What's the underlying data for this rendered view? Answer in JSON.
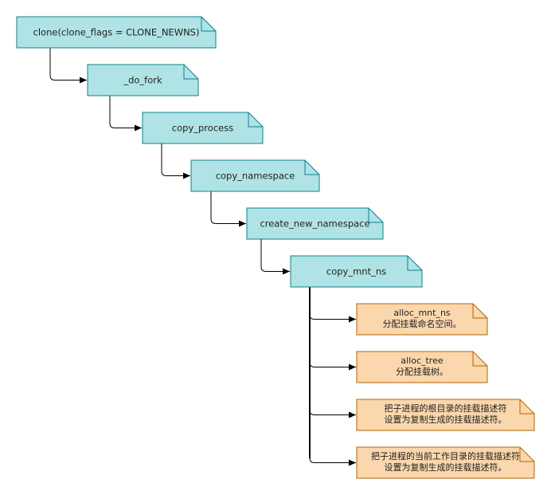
{
  "colors": {
    "teal_fill": "#b0e3e6",
    "teal_stroke": "#0e8088",
    "orange_fill": "#fad7ac",
    "orange_stroke": "#b46504",
    "edge": "#000000"
  },
  "calls": [
    {
      "label": "clone(clone_flags = CLONE_NEWNS)"
    },
    {
      "label": "_do_fork"
    },
    {
      "label": "copy_process"
    },
    {
      "label": "copy_namespace"
    },
    {
      "label": "create_new_namespace"
    },
    {
      "label": "copy_mnt_ns"
    }
  ],
  "steps": [
    {
      "lines": [
        "alloc_mnt_ns",
        "分配挂载命名空间。"
      ]
    },
    {
      "lines": [
        "alloc_tree",
        "分配挂载树。"
      ]
    },
    {
      "lines": [
        "把子进程的根目录的挂载描述符",
        "设置为复制生成的挂载描述符。"
      ]
    },
    {
      "lines": [
        "把子进程的当前工作目录的挂载描述符",
        "设置为复制生成的挂载描述符。"
      ]
    }
  ]
}
